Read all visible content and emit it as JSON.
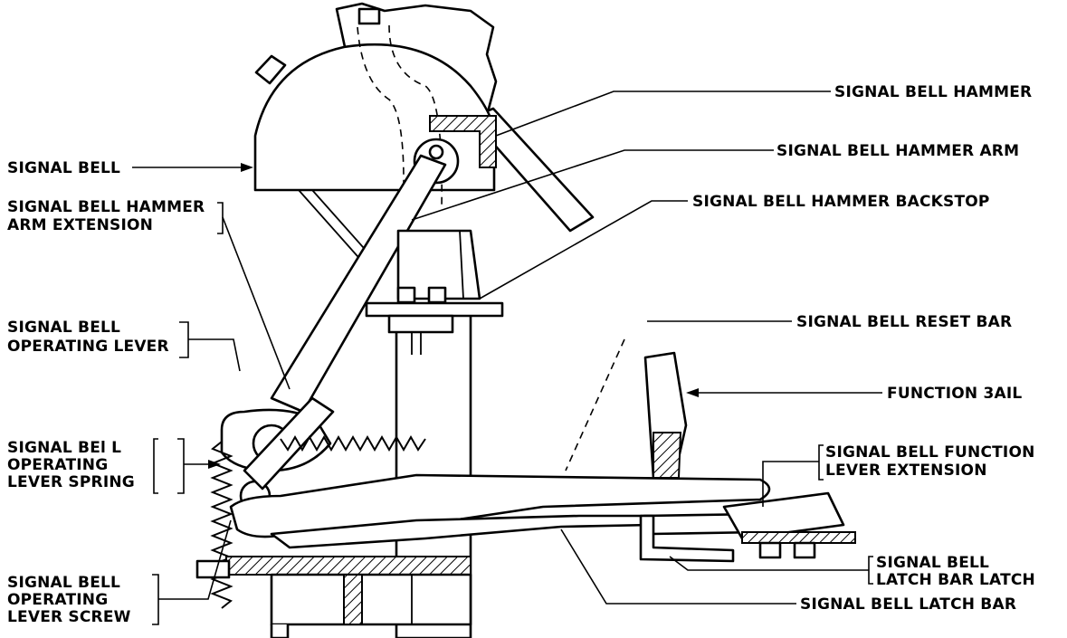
{
  "labels": {
    "signal_bell": "SIGNAL BELL",
    "signal_bell_hammer": "SIGNAL BELL HAMMER",
    "signal_bell_hammer_arm": "SIGNAL BELL HAMMER ARM",
    "signal_bell_hammer_backstop": "SIGNAL BELL HAMMER  BACKSTOP",
    "hammer_arm_extension_1": "SIGNAL BELL HAMMER",
    "hammer_arm_extension_2": "ARM EXTENSION",
    "operating_lever_1": "SIGNAL BELL",
    "operating_lever_2": "OPERATING LEVER",
    "reset_bar": "SIGNAL BELL RESET BAR",
    "function_bail": "FUNCTION 3AIL",
    "operating_lever_spring_1": "SIGNAL BEl L",
    "operating_lever_spring_2": "OPERATING",
    "operating_lever_spring_3": "LEVER SPRING",
    "function_lever_extension_1": "SIGNAL BELL FUNCTION",
    "function_lever_extension_2": "LEVER EXTENSION",
    "operating_lever_screw_1": "SIGNAL BELL",
    "operating_lever_screw_2": "OPERATING",
    "operating_lever_screw_3": "LEVER SCREW",
    "latch_bar_latch_1": "SIGNAL BELL",
    "latch_bar_latch_2": "LATCH BAR LATCH",
    "latch_bar": "SIGNAL BELL LATCH BAR"
  }
}
